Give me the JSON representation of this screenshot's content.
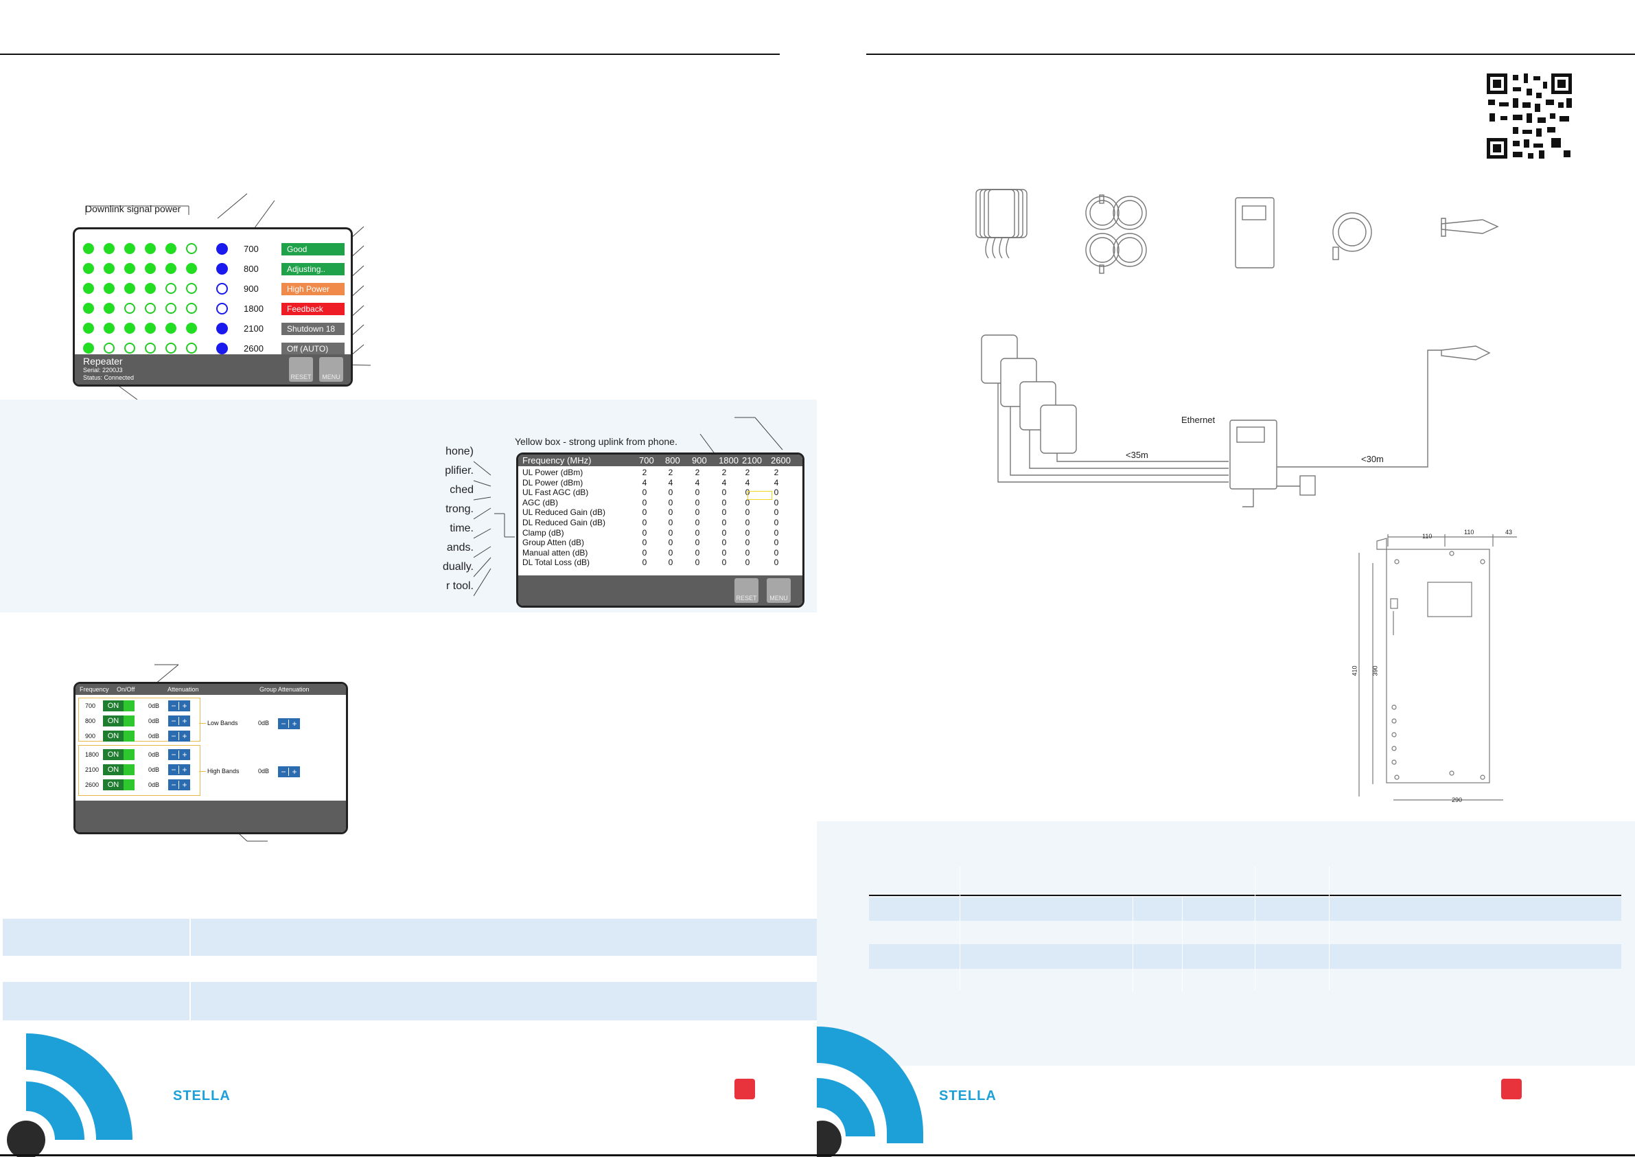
{
  "left_page": {
    "downlink_caption": "Downlink signal power",
    "screen1": {
      "rows": [
        {
          "freq": "700",
          "status": "Good",
          "status_color": "#1fa24a",
          "levels": [
            1,
            1,
            1,
            1,
            1,
            0
          ],
          "blue_filled": true
        },
        {
          "freq": "800",
          "status": "Adjusting..",
          "status_color": "#1fa24a",
          "levels": [
            1,
            1,
            1,
            1,
            1,
            1
          ],
          "blue_filled": true
        },
        {
          "freq": "900",
          "status": "High Power",
          "status_color": "#f08a4b",
          "levels": [
            1,
            1,
            1,
            1,
            0,
            0
          ],
          "blue_filled": false
        },
        {
          "freq": "1800",
          "status": "Feedback",
          "status_color": "#ee1c24",
          "levels": [
            1,
            1,
            0,
            0,
            0,
            0
          ],
          "blue_filled": false
        },
        {
          "freq": "2100",
          "status": "Shutdown 18",
          "status_color": "#6d6d6d",
          "levels": [
            1,
            1,
            1,
            1,
            1,
            1
          ],
          "blue_filled": true
        },
        {
          "freq": "2600",
          "status": "Off (AUTO)",
          "status_color": "#6d6d6d",
          "levels": [
            1,
            0,
            0,
            0,
            0,
            0
          ],
          "blue_filled": true
        }
      ],
      "device_name": "Repeater",
      "serial": "Serial: 2200J3",
      "status_line": "Status: Connected",
      "reset_label": "RESET",
      "menu_label": "MENU"
    },
    "screen2": {
      "caption": "Yellow box - strong uplink from phone.",
      "header_label": "Frequency (MHz)",
      "columns": [
        "700",
        "800",
        "900",
        "1800",
        "2100",
        "2600"
      ],
      "rows": [
        {
          "label": "UL Power (dBm)",
          "values": [
            "2",
            "2",
            "2",
            "2",
            "2",
            "2"
          ]
        },
        {
          "label": "DL Power (dBm)",
          "values": [
            "4",
            "4",
            "4",
            "4",
            "4",
            "4"
          ]
        },
        {
          "label": "UL Fast AGC (dB)",
          "values": [
            "0",
            "0",
            "0",
            "0",
            "0",
            "0"
          ]
        },
        {
          "label": "AGC (dB)",
          "values": [
            "0",
            "0",
            "0",
            "0",
            "0",
            "0"
          ]
        },
        {
          "label": "UL Reduced Gain (dB)",
          "values": [
            "0",
            "0",
            "0",
            "0",
            "0",
            "0"
          ]
        },
        {
          "label": "DL Reduced Gain (dB)",
          "values": [
            "0",
            "0",
            "0",
            "0",
            "0",
            "0"
          ]
        },
        {
          "label": "Clamp (dB)",
          "values": [
            "0",
            "0",
            "0",
            "0",
            "0",
            "0"
          ]
        },
        {
          "label": "Group Atten (dB)",
          "values": [
            "0",
            "0",
            "0",
            "0",
            "0",
            "0"
          ]
        },
        {
          "label": "Manual  atten (dB)",
          "values": [
            "0",
            "0",
            "0",
            "0",
            "0",
            "0"
          ]
        },
        {
          "label": "DL Total Loss (dB)",
          "values": [
            "0",
            "0",
            "0",
            "0",
            "0",
            "0"
          ]
        }
      ],
      "reset_label": "RESET",
      "menu_label": "MENU"
    },
    "cut_text": [
      "hone)",
      "plifier.",
      "ched",
      "trong.",
      "time.",
      "ands.",
      "dually.",
      "r tool."
    ],
    "screen3": {
      "headers": {
        "frequency": "Frequency",
        "onoff": "On/Off",
        "attenuation": "Attenuation",
        "group": "Group Attenuation"
      },
      "low_rows": [
        {
          "freq": "700",
          "state": "ON",
          "atten": "0dB"
        },
        {
          "freq": "800",
          "state": "ON",
          "atten": "0dB"
        },
        {
          "freq": "900",
          "state": "ON",
          "atten": "0dB"
        }
      ],
      "high_rows": [
        {
          "freq": "1800",
          "state": "ON",
          "atten": "0dB"
        },
        {
          "freq": "2100",
          "state": "ON",
          "atten": "0dB"
        },
        {
          "freq": "2600",
          "state": "ON",
          "atten": "0dB"
        }
      ],
      "low_group_label": "Low Bands",
      "low_group_value": "0dB",
      "high_group_label": "High Bands",
      "high_group_value": "0dB",
      "minus": "−",
      "plus": "+"
    },
    "brand": "STELLA"
  },
  "right_page": {
    "diagram": {
      "ethernet_label": "Ethernet",
      "dist_left": "<35m",
      "dist_right": "<30m"
    },
    "dimensions": {
      "top1": "110",
      "top2": "110",
      "top3": "43",
      "height_outer": "410",
      "height_inner": "390",
      "width": "290"
    },
    "brand": "STELLA"
  },
  "colors": {
    "accent_blue": "#1d9fd8",
    "band": "#f1f6fb",
    "table_row": "#dbeaf6",
    "red": "#e8323c"
  }
}
